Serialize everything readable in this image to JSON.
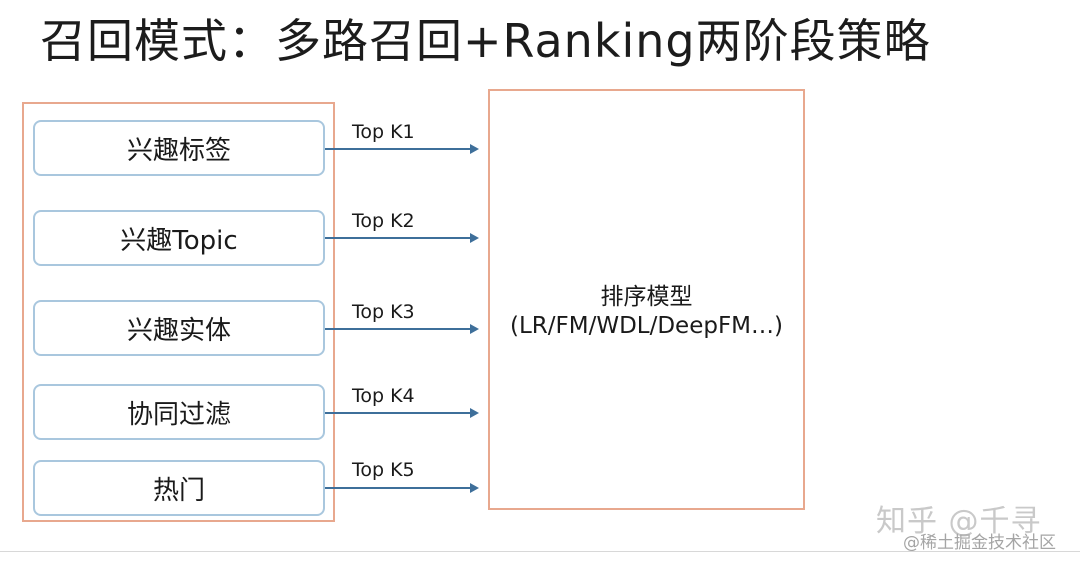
{
  "title": "召回模式：多路召回+Ranking两阶段策略",
  "recall_sources": [
    {
      "label": "兴趣标签",
      "arrow_label": "Top K1"
    },
    {
      "label": "兴趣Topic",
      "arrow_label": "Top K2"
    },
    {
      "label": "兴趣实体",
      "arrow_label": "Top K3"
    },
    {
      "label": "协同过滤",
      "arrow_label": "Top K4"
    },
    {
      "label": "热门",
      "arrow_label": "Top K5"
    }
  ],
  "ranking_model": {
    "title": "排序模型",
    "subtitle": "(LR/FM/WDL/DeepFM…)"
  },
  "watermark": {
    "zhihu": "知乎 @千寻",
    "juejin": "@稀土掘金技术社区"
  },
  "colors": {
    "box_border": "#e8a88e",
    "source_border": "#a9c7de",
    "arrow": "#3e6f9a"
  }
}
